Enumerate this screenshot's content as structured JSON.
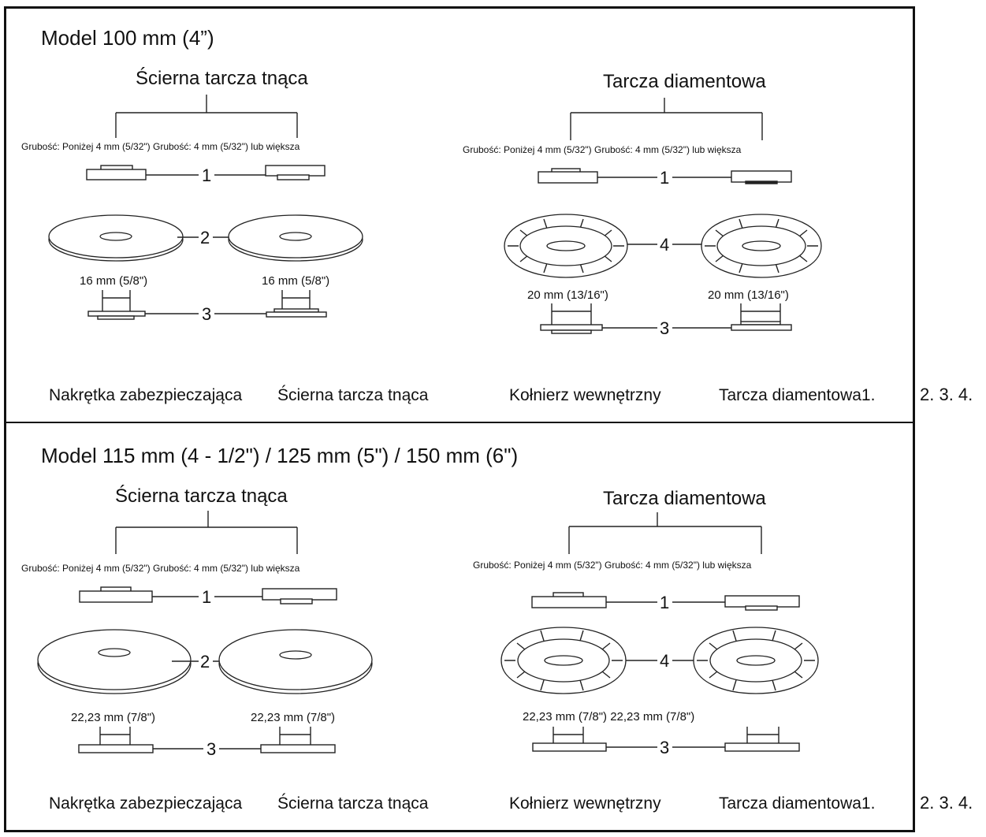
{
  "sections": [
    {
      "model": "Model 100 mm (4”)",
      "abrasive_title": "Ścierna tarcza tnąca",
      "diamond_title": "Tarcza diamentowa",
      "abrasive_thickness": "Grubość: Poniżej 4 mm (5/32\") Grubość: 4 mm (5/32\") lub większa",
      "diamond_thickness": "Grubość: Poniżej 4 mm (5/32\") Grubość: 4 mm (5/32\") lub większa",
      "callouts": {
        "one": "1",
        "two": "2",
        "three": "3",
        "four": "4"
      },
      "abrasive_dim_left": "16 mm (5/8\")",
      "abrasive_dim_right": "16 mm (5/8\")",
      "diamond_dim_left": "20 mm (13/16\")",
      "diamond_dim_right": "20 mm (13/16\")",
      "legend": {
        "item1": "Nakrętka zabezpieczająca",
        "item2": "Ścierna tarcza tnąca",
        "item3": "Kołnierz wewnętrzny",
        "item4": "Tarcza diamentowa1.",
        "numbers": "2. 3. 4."
      }
    },
    {
      "model": "Model 115 mm (4 - 1/2\") / 125 mm (5\") / 150 mm (6\")",
      "abrasive_title": "Ścierna tarcza tnąca",
      "diamond_title": "Tarcza diamentowa",
      "abrasive_thickness": "Grubość: Poniżej 4 mm (5/32\") Grubość: 4 mm (5/32\") lub większa",
      "diamond_thickness": "Grubość: Poniżej 4 mm (5/32\") Grubość: 4 mm (5/32\") lub większa",
      "callouts": {
        "one": "1",
        "two": "2",
        "three": "3",
        "four": "4"
      },
      "abrasive_dim_left": "22,23 mm (7/8\")",
      "abrasive_dim_right": "22,23 mm (7/8\")",
      "diamond_dim_both": "22,23 mm (7/8\") 22,23 mm (7/8\")",
      "legend": {
        "item1": "Nakrętka zabezpieczająca",
        "item2": "Ścierna tarcza tnąca",
        "item3": "Kołnierz wewnętrzny",
        "item4": "Tarcza diamentowa1.",
        "numbers": "2. 3. 4."
      }
    }
  ]
}
